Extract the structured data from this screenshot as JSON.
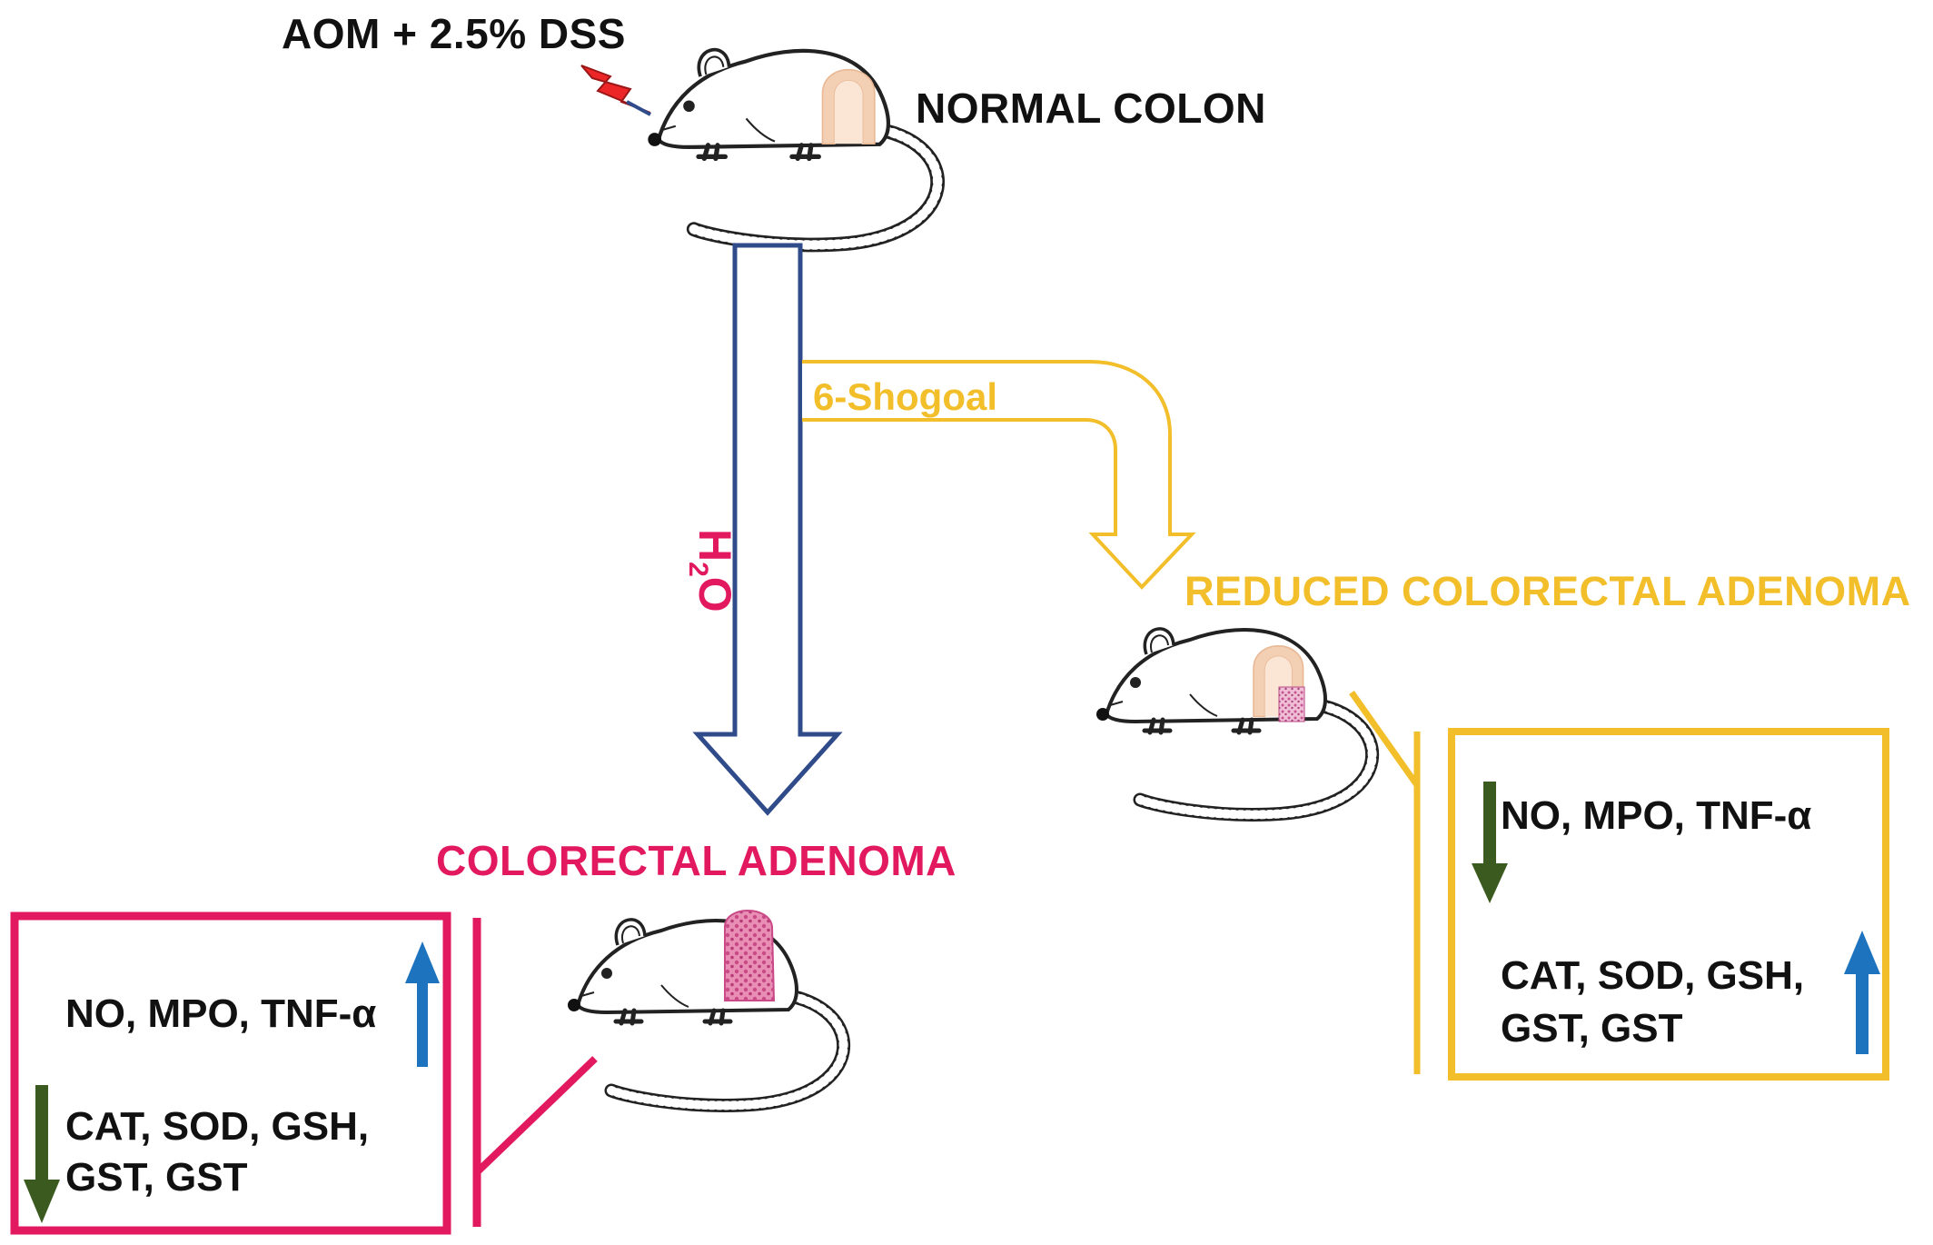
{
  "top": {
    "treatment": "AOM + 2.5% DSS",
    "state": "NORMAL COLON"
  },
  "left_branch": {
    "agent_main": "H",
    "agent_sub": "2",
    "agent_tail": "O",
    "outcome": "COLORECTAL ADENOMA",
    "box_line1": "NO, MPO, TNF-α",
    "box_line2": "CAT, SOD, GSH,",
    "box_line3": "GST, GST",
    "arrow_up_color": "#1e73be",
    "arrow_down_color": "#3a5a1f"
  },
  "right_branch": {
    "agent": "6-Shogoal",
    "outcome": "REDUCED COLORECTAL ADENOMA",
    "box_line1": "NO, MPO, TNF-α",
    "box_line2": "CAT, SOD, GSH,",
    "box_line3": "GST, GST"
  },
  "colors": {
    "pink": "#e2195f",
    "gold": "#f2be2a",
    "navy": "#2f4b8a",
    "blue": "#1e73be",
    "green": "#3a5a1f"
  },
  "icons": [
    "lightning-icon",
    "mouse-icon",
    "arrow-up-icon",
    "arrow-down-icon"
  ]
}
